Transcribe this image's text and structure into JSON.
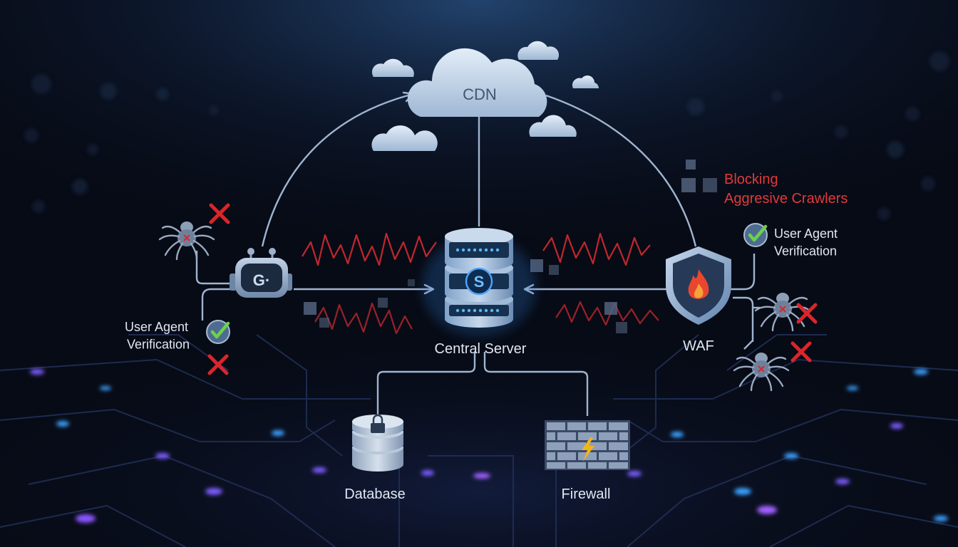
{
  "labels": {
    "cdn": "CDN",
    "central_server": "Central Server",
    "database": "Database",
    "firewall": "Firewall",
    "waf": "WAF",
    "left_verification": "User Agent\nVerification",
    "right_verification": "User Agent\nVerification",
    "blocking": "Blocking\nAggresive Crawlers",
    "bot_badge": "G·",
    "server_badge": "S"
  },
  "icons": {
    "bot": "robot-icon",
    "server": "database-server-icon",
    "shield": "shield-flame-icon",
    "spider": "spider-icon",
    "check": "check-circle-icon",
    "cross": "red-x-icon",
    "lock": "lock-icon",
    "bolt": "lightning-bolt-icon",
    "cloud": "cloud-icon"
  },
  "colors": {
    "background": "#070b16",
    "line": "#9fb4cf",
    "accent": "#4aa3ff",
    "red": "#d9262c",
    "red_text": "#e03a3a",
    "green": "#5ec24a",
    "label": "#dfe7f2",
    "circuit": "#1f2f55",
    "dot_purple": "#7d5cff",
    "dot_blue": "#3aa0ff"
  }
}
